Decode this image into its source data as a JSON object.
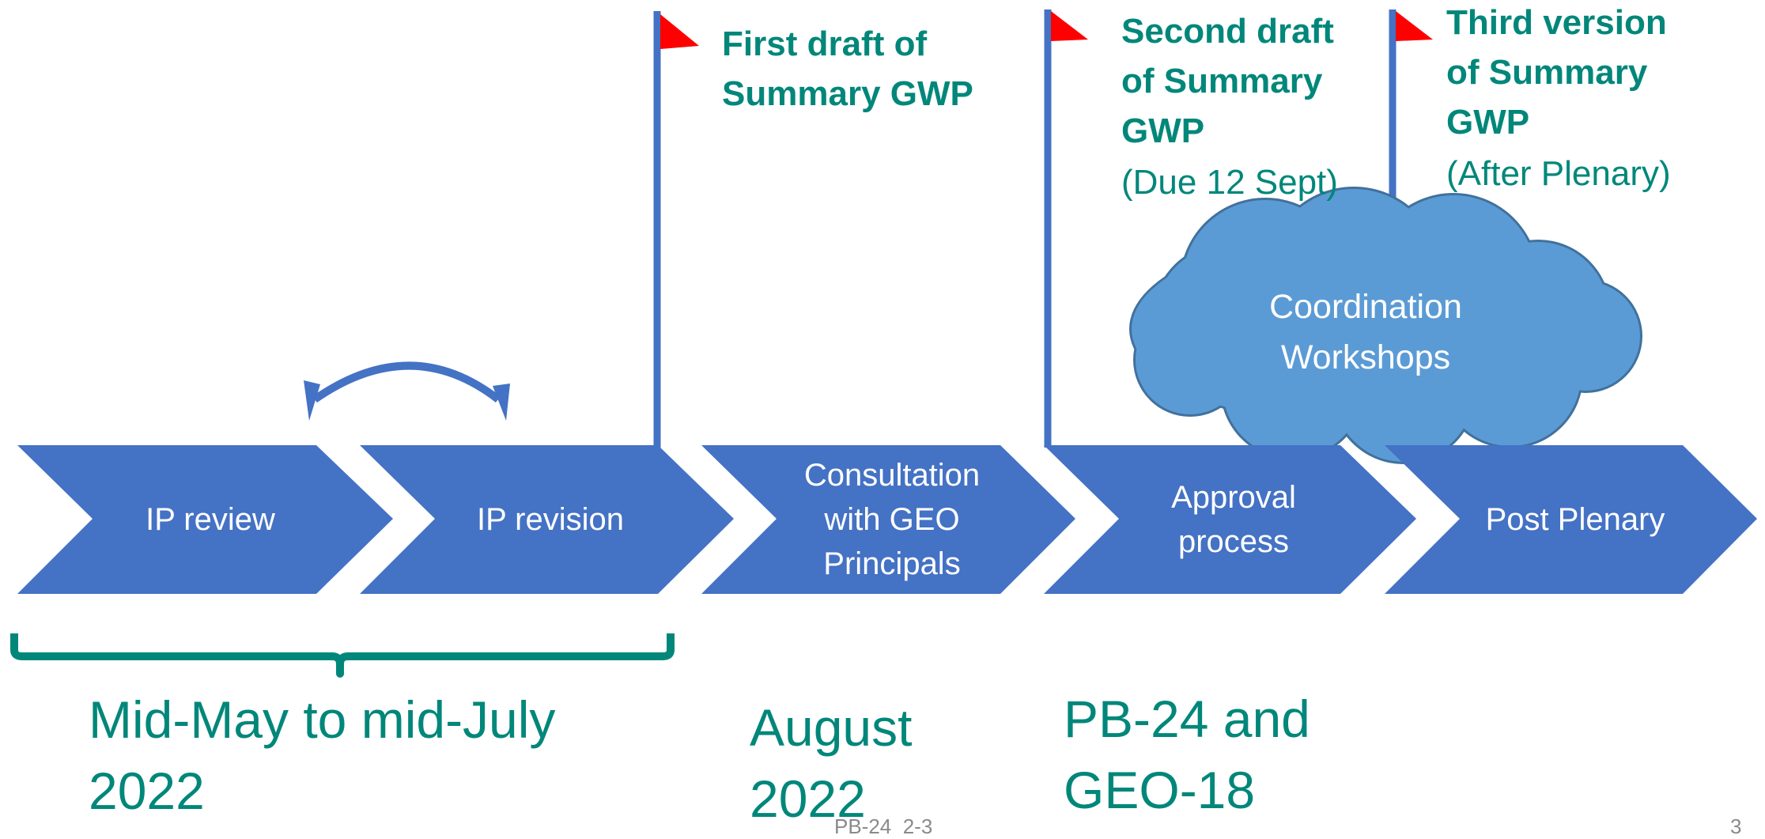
{
  "stages": [
    {
      "label": "IP review"
    },
    {
      "label": "IP revision"
    },
    {
      "label": "Consultation\nwith GEO\nPrincipals"
    },
    {
      "label": "Approval\nprocess"
    },
    {
      "label": "Post Plenary"
    }
  ],
  "milestones": [
    {
      "title": "First draft of\nSummary GWP",
      "note": ""
    },
    {
      "title": "Second draft\nof Summary\nGWP",
      "note": "(Due 12 Sept)"
    },
    {
      "title": "Third version\nof Summary\nGWP",
      "note": "(After Plenary)"
    }
  ],
  "cloud": {
    "label": "Coordination\nWorkshops"
  },
  "periods": [
    {
      "text": "Mid-May to mid-July\n2022"
    },
    {
      "text": "August\n2022"
    },
    {
      "text": "PB-24 and\nGEO-18"
    }
  ],
  "footer": {
    "left": "PB-24  2-3",
    "page": "3"
  },
  "colors": {
    "chevron": "#4472c4",
    "flag_pole": "#4472c4",
    "flag": "#ff0000",
    "accent_text": "#00877a",
    "cloud_fill": "#5b9bd5",
    "cloud_stroke": "#41719c",
    "brace": "#00877a"
  }
}
